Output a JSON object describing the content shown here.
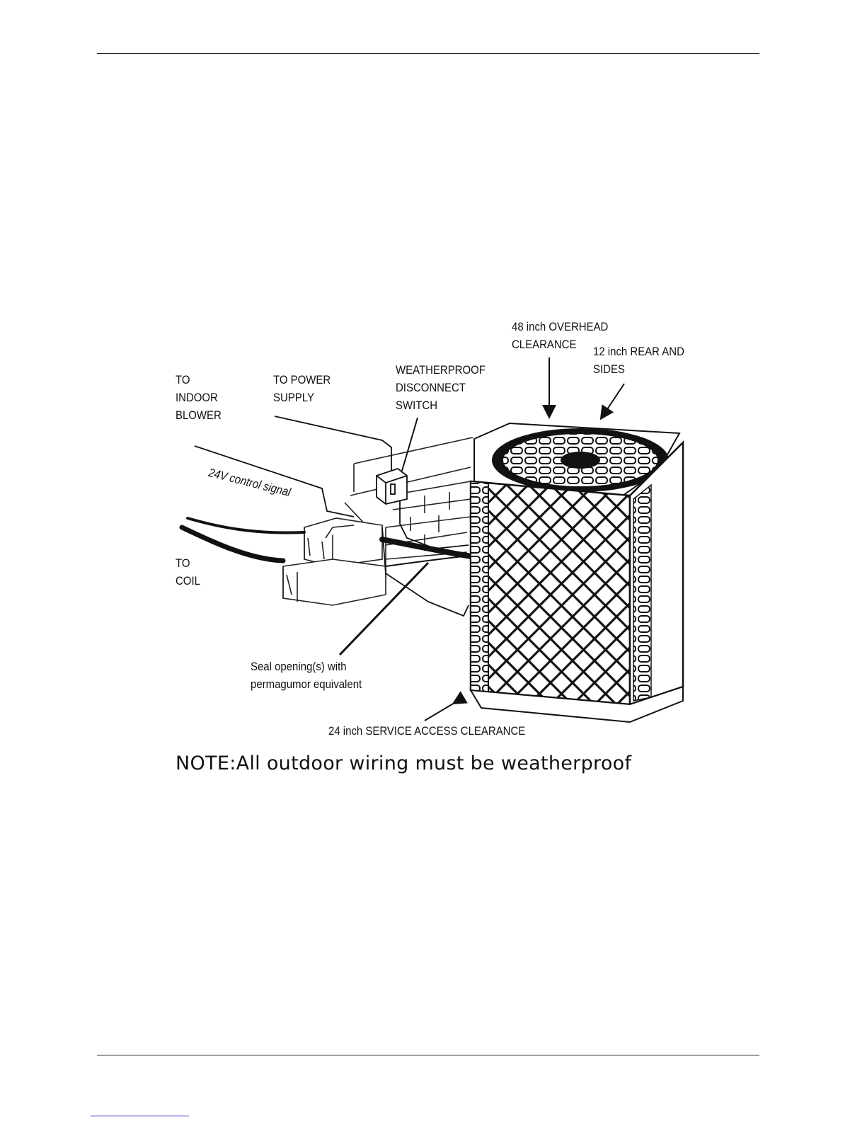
{
  "figure": {
    "labels": {
      "to_indoor_blower": "TO\nINDOOR\nBLOWER",
      "to_power_supply": "TO POWER\nSUPPLY",
      "weatherproof_switch": "WEATHERPROOF\nDISCONNECT\nSWITCH",
      "overhead_clearance": "48 inch OVERHEAD\n CLEARANCE",
      "rear_sides_clearance": "12 inch REAR AND\nSIDES",
      "control_signal": "24V control signal",
      "to_coil": "TO\nCOIL",
      "seal_openings": "Seal opening(s) with\npermagumor equivalent",
      "service_access": "24 inch SERVICE ACCESS CLEARANCE"
    },
    "note": "NOTE:All outdoor wiring must be weatherproof"
  }
}
